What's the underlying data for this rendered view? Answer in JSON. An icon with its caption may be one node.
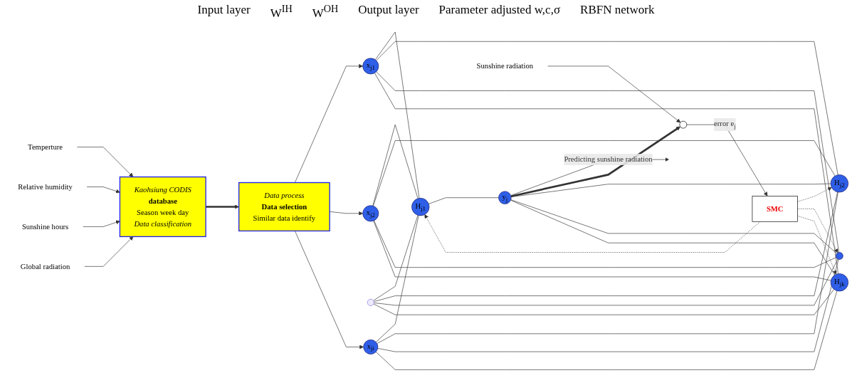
{
  "diagram": {
    "nodes": [
      {
        "text": [
          "Temperture"
        ]
      },
      {
        "text": [
          "Relative humidity"
        ]
      },
      {
        "text": [
          "Sunshine hours"
        ]
      },
      {
        "text": [
          "Global radiation"
        ]
      },
      {
        "text": [
          "Kaohsiung CODIS",
          "database",
          "Season week day",
          "Data classification"
        ]
      },
      {
        "text": [
          "Data process",
          "Data selection",
          "Similar data identify"
        ]
      },
      {
        "text": [
          "x$_{j1}$"
        ]
      },
      {
        "text": [
          "x$_{j2}$"
        ]
      },
      {
        "text": [],
        "shape": "point"
      },
      {
        "text": [
          "x$_{ji}$"
        ]
      },
      {
        "text": [
          "H$_{j1}$"
        ]
      },
      {
        "text": [
          "H$_{j2}$"
        ]
      },
      {
        "text": [],
        "shape": "circle"
      },
      {
        "text": [
          "H$_{jk}$"
        ]
      },
      {
        "text": [
          "y$_{j}$"
        ]
      },
      {
        "text": [],
        "shape": "circle"
      },
      {
        "text": [
          "Sunshine radiation"
        ]
      },
      {
        "text": [
          "SMC"
        ]
      }
    ],
    "edges": [
      {
        "from": 0,
        "to": 4,
        "arrow": "to"
      },
      {
        "from": 1,
        "to": 4,
        "arrow": "to"
      },
      {
        "from": 2,
        "to": 4,
        "arrow": "to"
      },
      {
        "from": 3,
        "to": 4,
        "arrow": "to"
      },
      {
        "from": 4,
        "to": 5,
        "arrow": "to",
        "style": "thick"
      },
      {
        "from": 5,
        "to": 6,
        "arrow": "to"
      },
      {
        "from": 5,
        "to": 7,
        "arrow": "to"
      },
      {
        "from": 5,
        "to": 9,
        "arrow": "to"
      },
      {
        "from": 6,
        "to": 10,
        "arrow": "none"
      },
      {
        "from": 6,
        "to": 11,
        "arrow": "none"
      },
      {
        "from": 6,
        "to": 12,
        "arrow": "none"
      },
      {
        "from": 6,
        "to": 13,
        "arrow": "none"
      },
      {
        "from": 7,
        "to": 10,
        "arrow": "none"
      },
      {
        "from": 7,
        "to": 11,
        "arrow": "none"
      },
      {
        "from": 7,
        "to": 12,
        "arrow": "none"
      },
      {
        "from": 7,
        "to": 13,
        "arrow": "none"
      },
      {
        "from": 8,
        "to": 10,
        "arrow": "none"
      },
      {
        "from": 8,
        "to": 11,
        "arrow": "none"
      },
      {
        "from": 8,
        "to": 12,
        "arrow": "none"
      },
      {
        "from": 8,
        "to": 13,
        "arrow": "none"
      },
      {
        "from": 9,
        "to": 10,
        "arrow": "none"
      },
      {
        "from": 9,
        "to": 11,
        "arrow": "none"
      },
      {
        "from": 9,
        "to": 12,
        "arrow": "none"
      },
      {
        "from": 9,
        "to": 13,
        "arrow": "none"
      },
      {
        "from": 10,
        "to": 14,
        "arrow": "none"
      },
      {
        "from": 11,
        "to": 14,
        "arrow": "none"
      },
      {
        "from": 12,
        "to": 14,
        "arrow": "none"
      },
      {
        "from": 13,
        "to": 14,
        "arrow": "none"
      },
      {
        "from": 14,
        "to": null,
        "arrow": "to",
        "label": "Predicting sunshine radiation"
      },
      {
        "from": 14,
        "to": 15,
        "arrow": "to",
        "style": "thick"
      },
      {
        "from": 16,
        "to": 15,
        "arrow": "to"
      },
      {
        "from": 15,
        "to": 17,
        "arrow": "to",
        "label": "error e$_{j}$"
      },
      {
        "from": 17,
        "to": 10,
        "arrow": "to",
        "style": "dashed"
      },
      {
        "from": 17,
        "to": 11,
        "arrow": "to",
        "style": "dashed"
      },
      {
        "from": 17,
        "to": 12,
        "arrow": "to",
        "style": "dashed"
      },
      {
        "from": 17,
        "to": 13,
        "arrow": "to",
        "style": "dashed"
      }
    ],
    "labels": [
      "Input layer",
      "W$^{IH}$",
      "W$^{OH}$",
      "Output layer",
      "Parameter adjusted w,c,σ",
      "RBFN network"
    ]
  }
}
